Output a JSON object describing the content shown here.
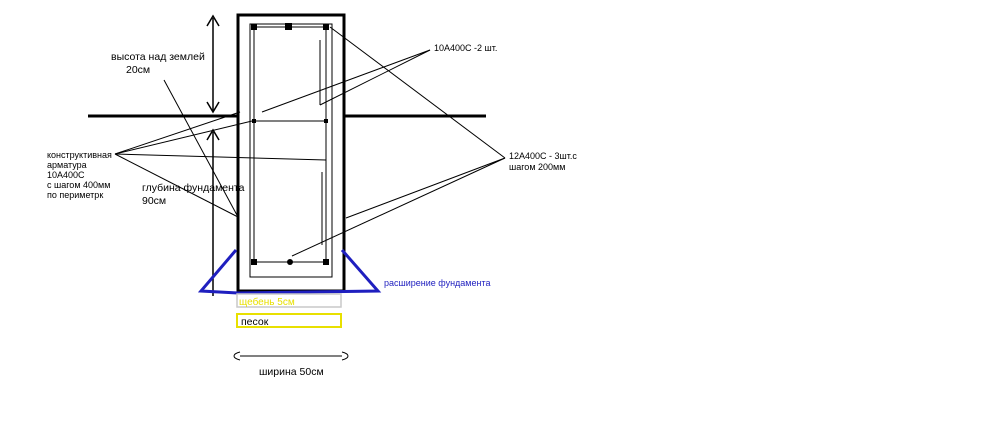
{
  "labels": {
    "height_line1": "высота над землей",
    "height_line2": "20см",
    "rebar_top": "10А400С -2 шт.",
    "constr_line1": "конструктивная",
    "constr_line2": "арматура",
    "constr_line3": "10А400С",
    "constr_line4": "с шагом 400мм",
    "constr_line5": "по периметрк",
    "depth_line1": "глубина фундамента",
    "depth_line2": "90см",
    "rebar_main_line1": "12А400С - 3шт.с",
    "rebar_main_line2": "шагом 200мм",
    "widening": "расширение фундамента",
    "gravel": "щебень 5см",
    "sand": "песок",
    "width": "ширина 50см"
  },
  "colors": {
    "line": "#000000",
    "widening": "#1f1fbf",
    "gravel_border": "#c8c8c8",
    "gravel_text": "#e8e000",
    "sand_border": "#e8e000"
  }
}
